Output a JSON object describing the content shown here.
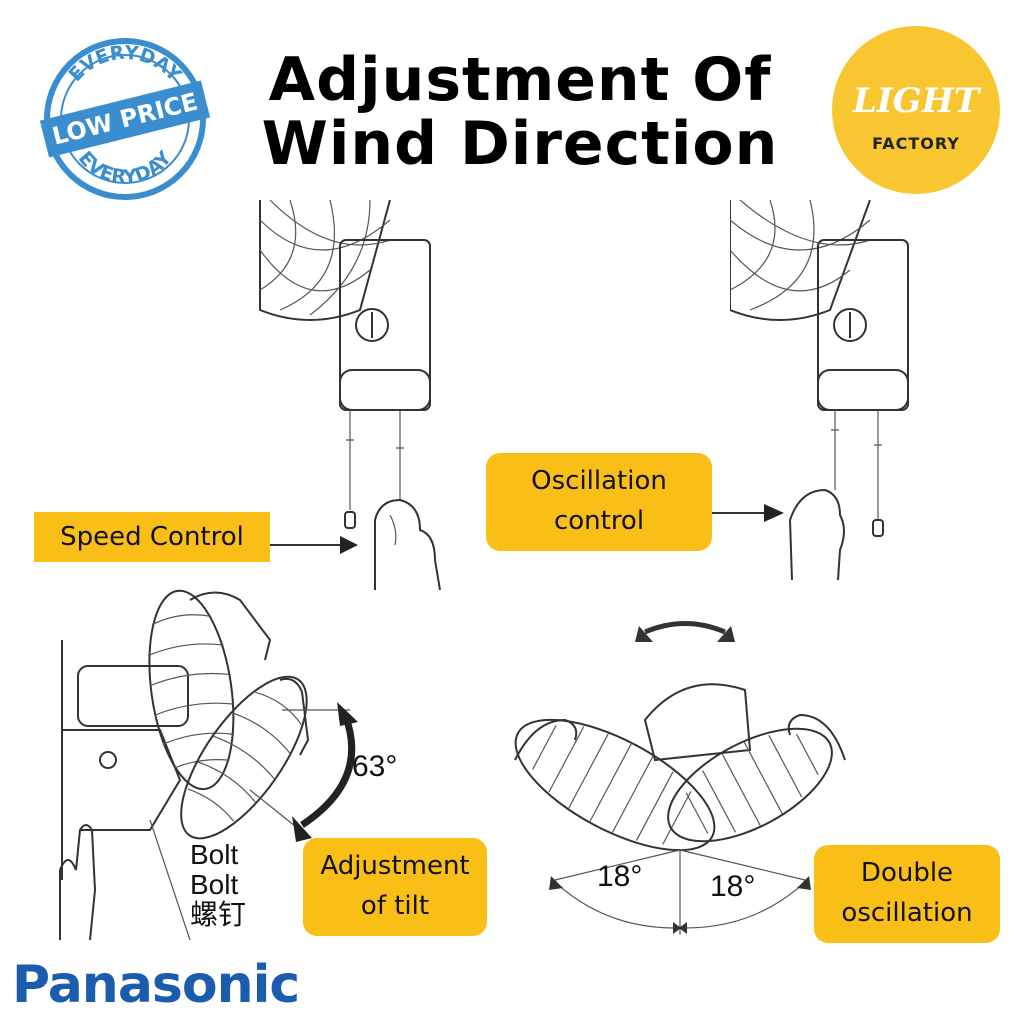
{
  "title": {
    "line1": "Adjustment Of",
    "line2": "Wind Direction"
  },
  "logo": {
    "word1": "LIGHT",
    "word2": "FACTORY",
    "color": "#f7c630"
  },
  "stamp": {
    "top_text": "EVERYDAY",
    "middle_text": "LOW PRICE",
    "bottom_text": "EVERYDAY",
    "color": "#3a8ed0"
  },
  "labels": {
    "speed_control": "Speed Control",
    "oscillation_line1": "Oscillation",
    "oscillation_line2": "control",
    "tilt_line1": "Adjustment",
    "tilt_line2": "of tilt",
    "double_line1": "Double",
    "double_line2": "oscillation",
    "color": "#f9bf17"
  },
  "angles": {
    "tilt": "63°",
    "left_osc": "18°",
    "right_osc": "18°"
  },
  "bolt": {
    "line1": "Bolt",
    "line2": "Bolt",
    "line3": "螺钉"
  },
  "brand": {
    "name": "Panasonic",
    "color": "#1b5cae"
  }
}
